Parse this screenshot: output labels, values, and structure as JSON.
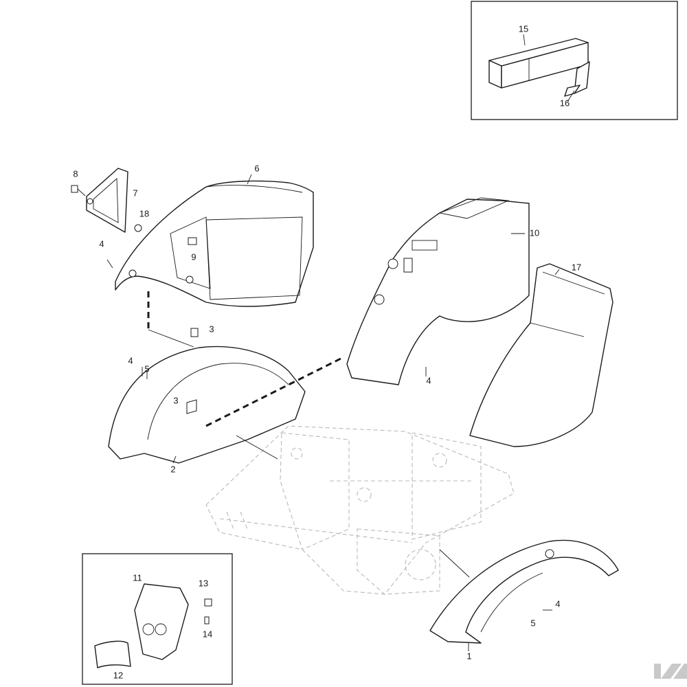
{
  "colors": {
    "line": "#1a1a1a",
    "ghost_frame": "#b8b8b8",
    "background": "#ffffff",
    "logo": "#c9c9c9"
  },
  "callouts": {
    "c1": "1",
    "c2": "2",
    "c3a": "3",
    "c3b": "3",
    "c4a": "4",
    "c4b": "4",
    "c4c": "4",
    "c4d": "4",
    "c5a": "5",
    "c5b": "5",
    "c6": "6",
    "c7": "7",
    "c8": "8",
    "c9": "9",
    "c10": "10",
    "c11": "11",
    "c12": "12",
    "c13": "13",
    "c14": "14",
    "c15": "15",
    "c16": "16",
    "c17": "17",
    "c18": "18"
  },
  "logo": {
    "icon": "brand-logo-icon"
  }
}
